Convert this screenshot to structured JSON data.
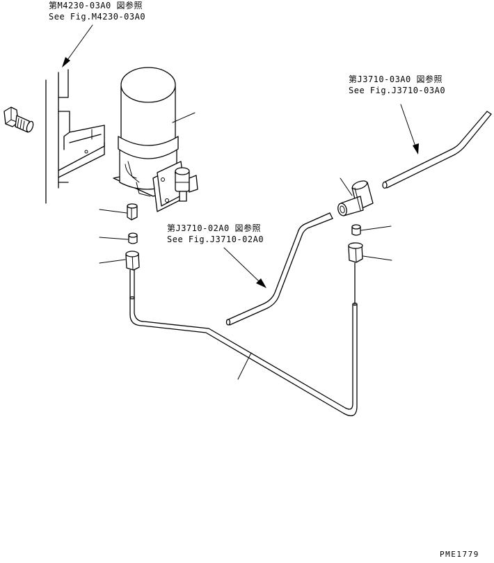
{
  "references": {
    "top_left": {
      "jp": "第M4230-03A0 図参照",
      "en": "See Fig.M4230-03A0"
    },
    "right": {
      "jp": "第J3710-03A0 図参照",
      "en": "See Fig.J3710-03A0"
    },
    "middle": {
      "jp": "第J3710-02A0 図参照",
      "en": "See Fig.J3710-02A0"
    }
  },
  "document_id": "PME1779"
}
